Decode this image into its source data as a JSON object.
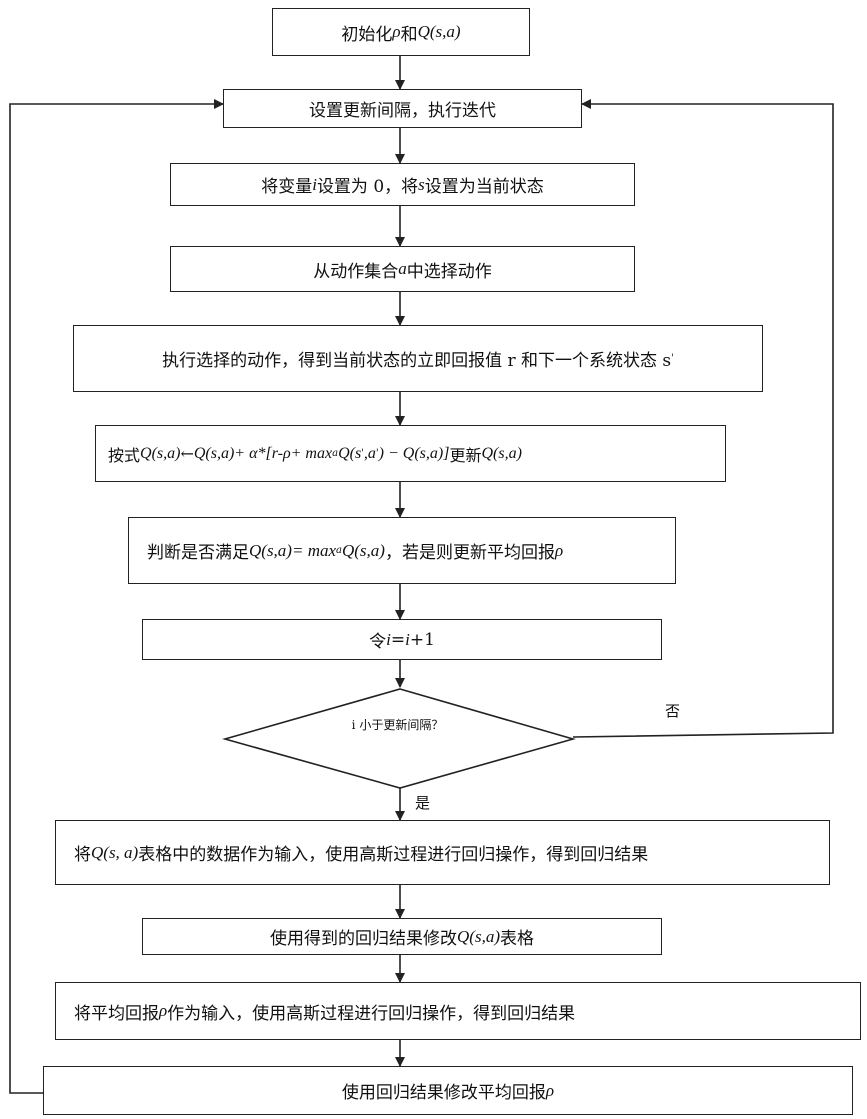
{
  "steps": {
    "init": {
      "prefix": "初始化 ",
      "rho": "ρ",
      "mid": " 和 ",
      "q": "Q(s,a)"
    },
    "interval": "设置更新间隔，执行迭代",
    "setvar": {
      "a": "将变量 ",
      "i": "i",
      "b": " 设置为 0，将 ",
      "s": "s",
      "c": " 设置为当前状态"
    },
    "select": {
      "a": "从动作集合 ",
      "act": "a",
      "b": " 中选择动作"
    },
    "execute": {
      "text": "执行选择的动作，得到当前状态的立即回报值 r 和下一个系统状态 s",
      "prime": "'"
    },
    "update": {
      "a": "按式 ",
      "f1": "Q(s,a)",
      "arrow": " ← ",
      "f2": "Q(s,a)",
      "f3": " + α*[r-ρ+ max",
      "sub": "a",
      "f4": " Q(s",
      "p1": "'",
      "f5": ",a",
      "p2": "'",
      "f6": ") − Q(s,a)]",
      "b": " 更新 ",
      "f7": "Q(s,a)"
    },
    "judge": {
      "a": "判断是否满足 ",
      "f1": "Q(s,a)",
      "f2": "= max",
      "sub": "a",
      "f3": " Q(s,a)",
      "b": "，若是则更新平均回报 ",
      "rho": "ρ"
    },
    "increment": {
      "a": "令 ",
      "i1": "i",
      "b": " = ",
      "i2": "i",
      "c": "+1"
    },
    "decision": "i 小于更新间隔？",
    "regress_q": {
      "a": "将 ",
      "q": "Q(s, a)",
      "b": " 表格中的数据作为输入，使用高斯过程进行回归操作，得到回归结果"
    },
    "modify_q": {
      "a": "使用得到的回归结果修改 ",
      "q": "Q(s,a)",
      "b": " 表格"
    },
    "regress_rho": {
      "a": "将平均回报 ",
      "rho": "ρ",
      "b": " 作为输入，使用高斯过程进行回归操作，得到回归结果"
    },
    "modify_rho": {
      "a": "使用回归结果修改平均回报 ",
      "rho": "ρ"
    }
  },
  "labels": {
    "no": "否",
    "yes": "是"
  }
}
